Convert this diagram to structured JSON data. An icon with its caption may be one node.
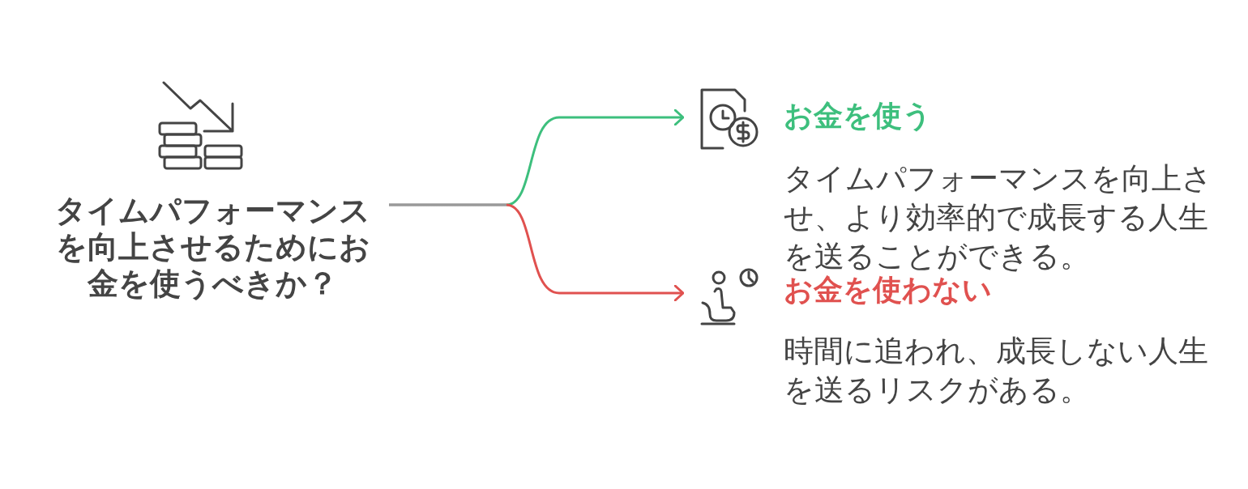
{
  "diagram": {
    "nodes": [
      {
        "text": [
          "タイムパフォーマンスを向上させるためにお金を使うべきか？"
        ]
      },
      {
        "text": [
          "お金を使う",
          "タイムパフォーマンスを向上させ、より効率的で成長する人生を送ることができる。"
        ]
      },
      {
        "text": [
          "お金を使わない",
          "時間に追われ、成長しない人生を送るリスクがある。"
        ]
      }
    ],
    "edges": [
      {
        "from": 0,
        "to": 1,
        "arrow": "to",
        "color": "#3dbf7d"
      },
      {
        "from": 0,
        "to": 2,
        "arrow": "to",
        "color": "#e0514f"
      }
    ]
  }
}
